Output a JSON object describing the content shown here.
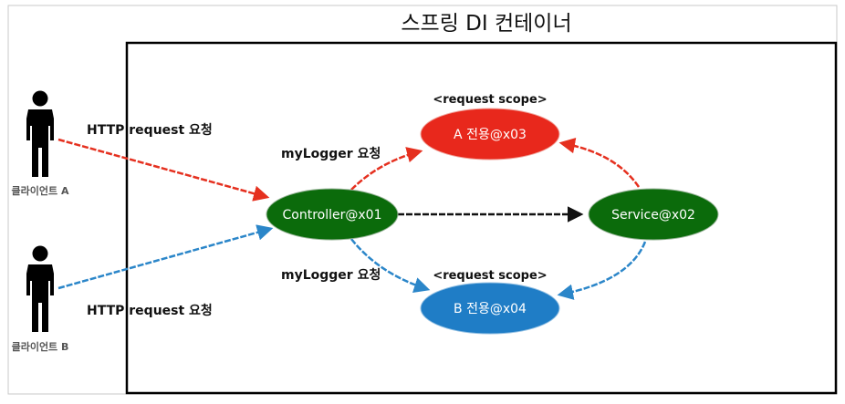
{
  "title": "스프링 DI 컨테이너",
  "clients": {
    "a_label": "클라이언트 A",
    "b_label": "클라이언트 B"
  },
  "edges": {
    "http_request_a": "HTTP request 요청",
    "http_request_b": "HTTP request 요청",
    "mylogger_a": "myLogger 요청",
    "mylogger_b": "myLogger 요청"
  },
  "nodes": {
    "controller": "Controller@x01",
    "service": "Service@x02",
    "scope_a_tag": "<request scope>",
    "scope_a": "A 전용@x03",
    "scope_b_tag": "<request scope>",
    "scope_b": "B 전용@x04"
  },
  "colors": {
    "green_node": "#0b6b0b",
    "red_node": "#e8281c",
    "blue_node": "#1f7dc6",
    "red_arrow": "#e5301f",
    "blue_arrow": "#2b86c9",
    "black_arrow": "#111111"
  },
  "icons": [
    "person-icon",
    "person-icon"
  ]
}
